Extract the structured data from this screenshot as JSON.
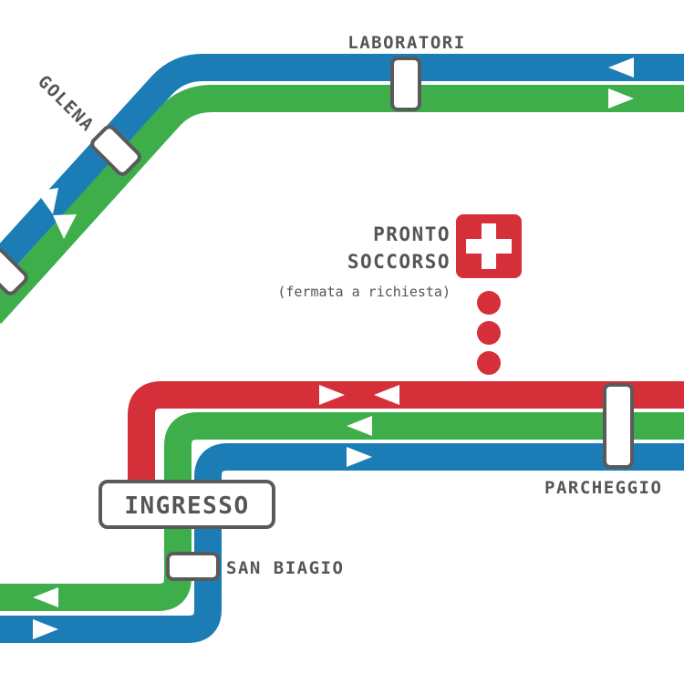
{
  "colors": {
    "blue_line": "#1C7DB6",
    "green_line": "#3DAE4A",
    "red_line": "#D5303A",
    "stop_border": "#5a5a5a",
    "stop_fill": "#ffffff",
    "label": "#555555",
    "arrow": "#ffffff"
  },
  "stations": {
    "laboratori": "LABORATORI",
    "golena": "GOLENA",
    "ingresso": "INGRESSO",
    "san_biagio": "SAN BIAGIO",
    "parcheggio": "PARCHEGGIO"
  },
  "first_aid": {
    "line1": "PRONTO",
    "line2": "SOCCORSO",
    "note": "(fermata a richiesta)",
    "icon": "red-cross-icon",
    "connector_dots": 3
  },
  "lines": [
    {
      "color_key": "blue_line",
      "icon": "direction-arrow-icon"
    },
    {
      "color_key": "green_line",
      "icon": "direction-arrow-icon"
    },
    {
      "color_key": "red_line",
      "icon": "direction-arrow-icon"
    }
  ]
}
